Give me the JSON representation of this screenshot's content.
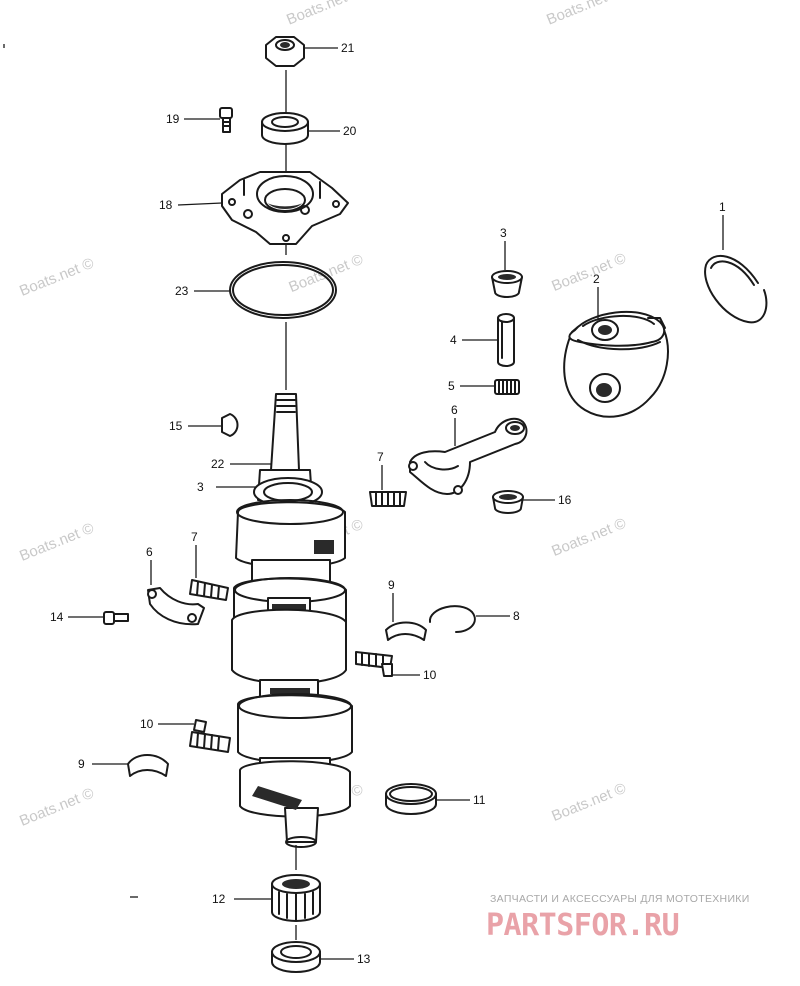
{
  "diagram": {
    "callouts": [
      {
        "id": "c21",
        "label": "21"
      },
      {
        "id": "c19",
        "label": "19"
      },
      {
        "id": "c20",
        "label": "20"
      },
      {
        "id": "c18",
        "label": "18"
      },
      {
        "id": "c23",
        "label": "23"
      },
      {
        "id": "c1",
        "label": "1"
      },
      {
        "id": "c3a",
        "label": "3"
      },
      {
        "id": "c2",
        "label": "2"
      },
      {
        "id": "c4",
        "label": "4"
      },
      {
        "id": "c5",
        "label": "5"
      },
      {
        "id": "c6a",
        "label": "6"
      },
      {
        "id": "c16",
        "label": "16"
      },
      {
        "id": "c15",
        "label": "15"
      },
      {
        "id": "c7a",
        "label": "7"
      },
      {
        "id": "c22",
        "label": "22"
      },
      {
        "id": "c3b",
        "label": "3"
      },
      {
        "id": "c6b",
        "label": "6"
      },
      {
        "id": "c7b",
        "label": "7"
      },
      {
        "id": "c14",
        "label": "14"
      },
      {
        "id": "c9a",
        "label": "9"
      },
      {
        "id": "c8",
        "label": "8"
      },
      {
        "id": "c10a",
        "label": "10"
      },
      {
        "id": "c10b",
        "label": "10"
      },
      {
        "id": "c9b",
        "label": "9"
      },
      {
        "id": "c11",
        "label": "11"
      },
      {
        "id": "c12",
        "label": "12"
      },
      {
        "id": "c13",
        "label": "13"
      }
    ]
  },
  "watermark": {
    "text": "Boats.net ©"
  },
  "brand": {
    "tagline": "ЗАПЧАСТИ И АКСЕССУАРЫ ДЛЯ МОТОТЕХНИКИ",
    "name": "PARTSFOR.RU",
    "color": "#e9a2a8"
  }
}
